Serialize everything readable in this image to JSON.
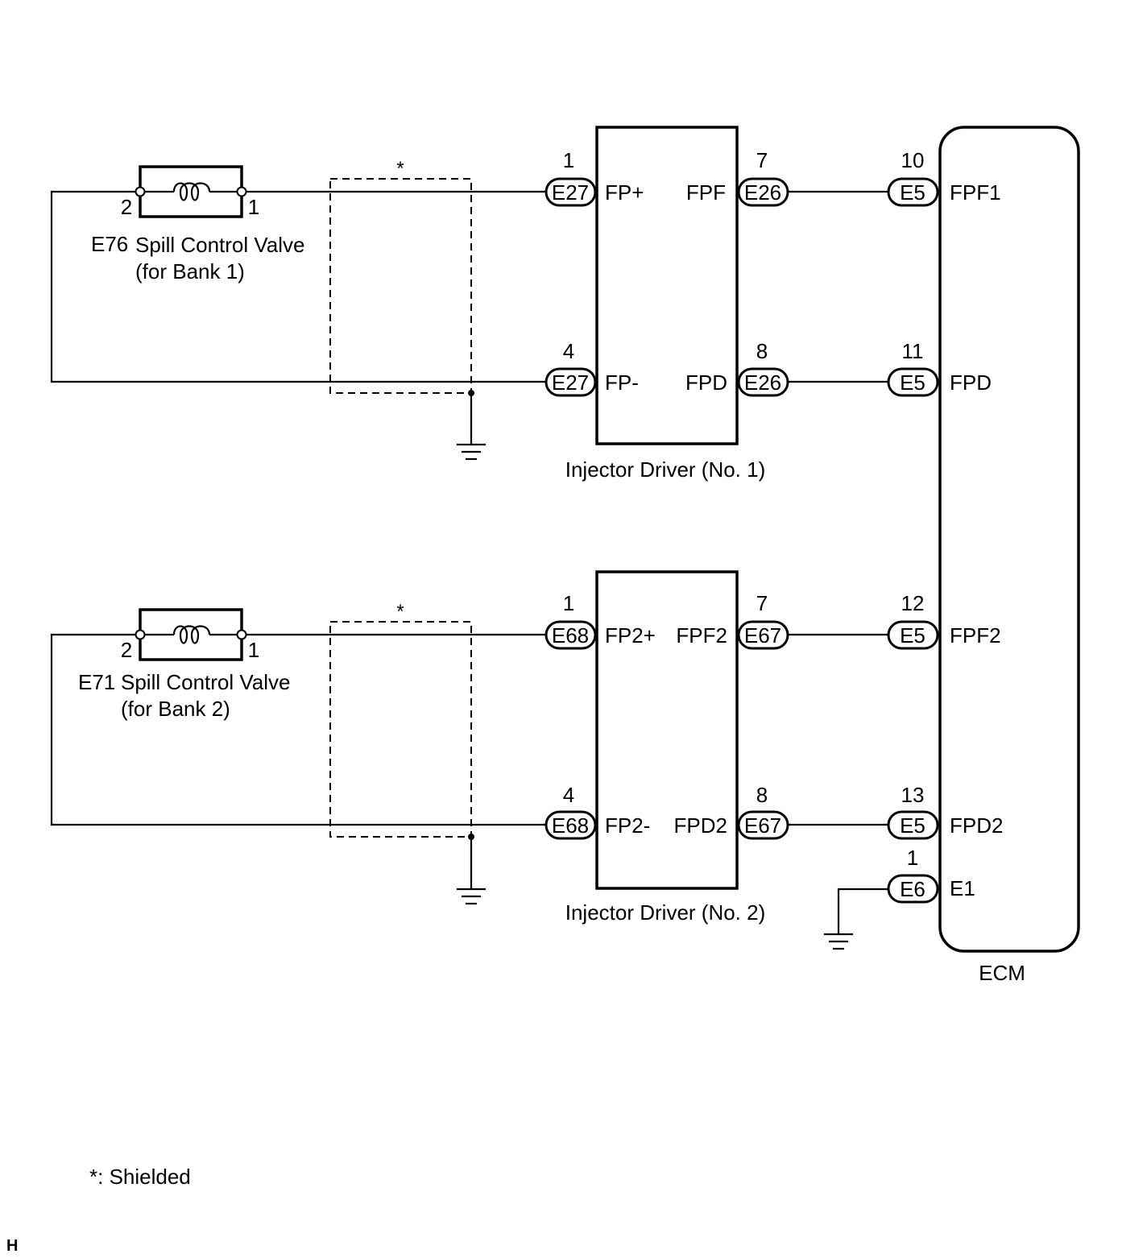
{
  "valve_bank1": {
    "connector": "E76",
    "name": "Spill Control Valve",
    "subtitle": "(for Bank 1)",
    "pin_left": "2",
    "pin_right": "1"
  },
  "valve_bank2": {
    "connector": "E71",
    "name": "Spill Control Valve",
    "subtitle": "(for Bank 2)",
    "pin_left": "2",
    "pin_right": "1"
  },
  "shield_marker": "*",
  "driver1": {
    "label": "Injector Driver (No. 1)",
    "in_connector_top": "E27",
    "in_connector_bottom": "E27",
    "in_pin_top": "1",
    "in_pin_bottom": "4",
    "in_term_top": "FP+",
    "in_term_bottom": "FP-",
    "out_connector_top": "E26",
    "out_connector_bottom": "E26",
    "out_pin_top": "7",
    "out_pin_bottom": "8",
    "out_term_top": "FPF",
    "out_term_bottom": "FPD"
  },
  "driver2": {
    "label": "Injector Driver (No. 2)",
    "in_connector_top": "E68",
    "in_connector_bottom": "E68",
    "in_pin_top": "1",
    "in_pin_bottom": "4",
    "in_term_top": "FP2+",
    "in_term_bottom": "FP2-",
    "out_connector_top": "E67",
    "out_connector_bottom": "E67",
    "out_pin_top": "7",
    "out_pin_bottom": "8",
    "out_term_top": "FPF2",
    "out_term_bottom": "FPD2"
  },
  "ecm": {
    "label": "ECM",
    "pins": [
      {
        "connector": "E5",
        "pin": "10",
        "terminal": "FPF1"
      },
      {
        "connector": "E5",
        "pin": "11",
        "terminal": "FPD"
      },
      {
        "connector": "E5",
        "pin": "12",
        "terminal": "FPF2"
      },
      {
        "connector": "E5",
        "pin": "13",
        "terminal": "FPD2"
      },
      {
        "connector": "E6",
        "pin": "1",
        "terminal": "E1"
      }
    ]
  },
  "legend": "*: Shielded",
  "corner_mark": "H"
}
